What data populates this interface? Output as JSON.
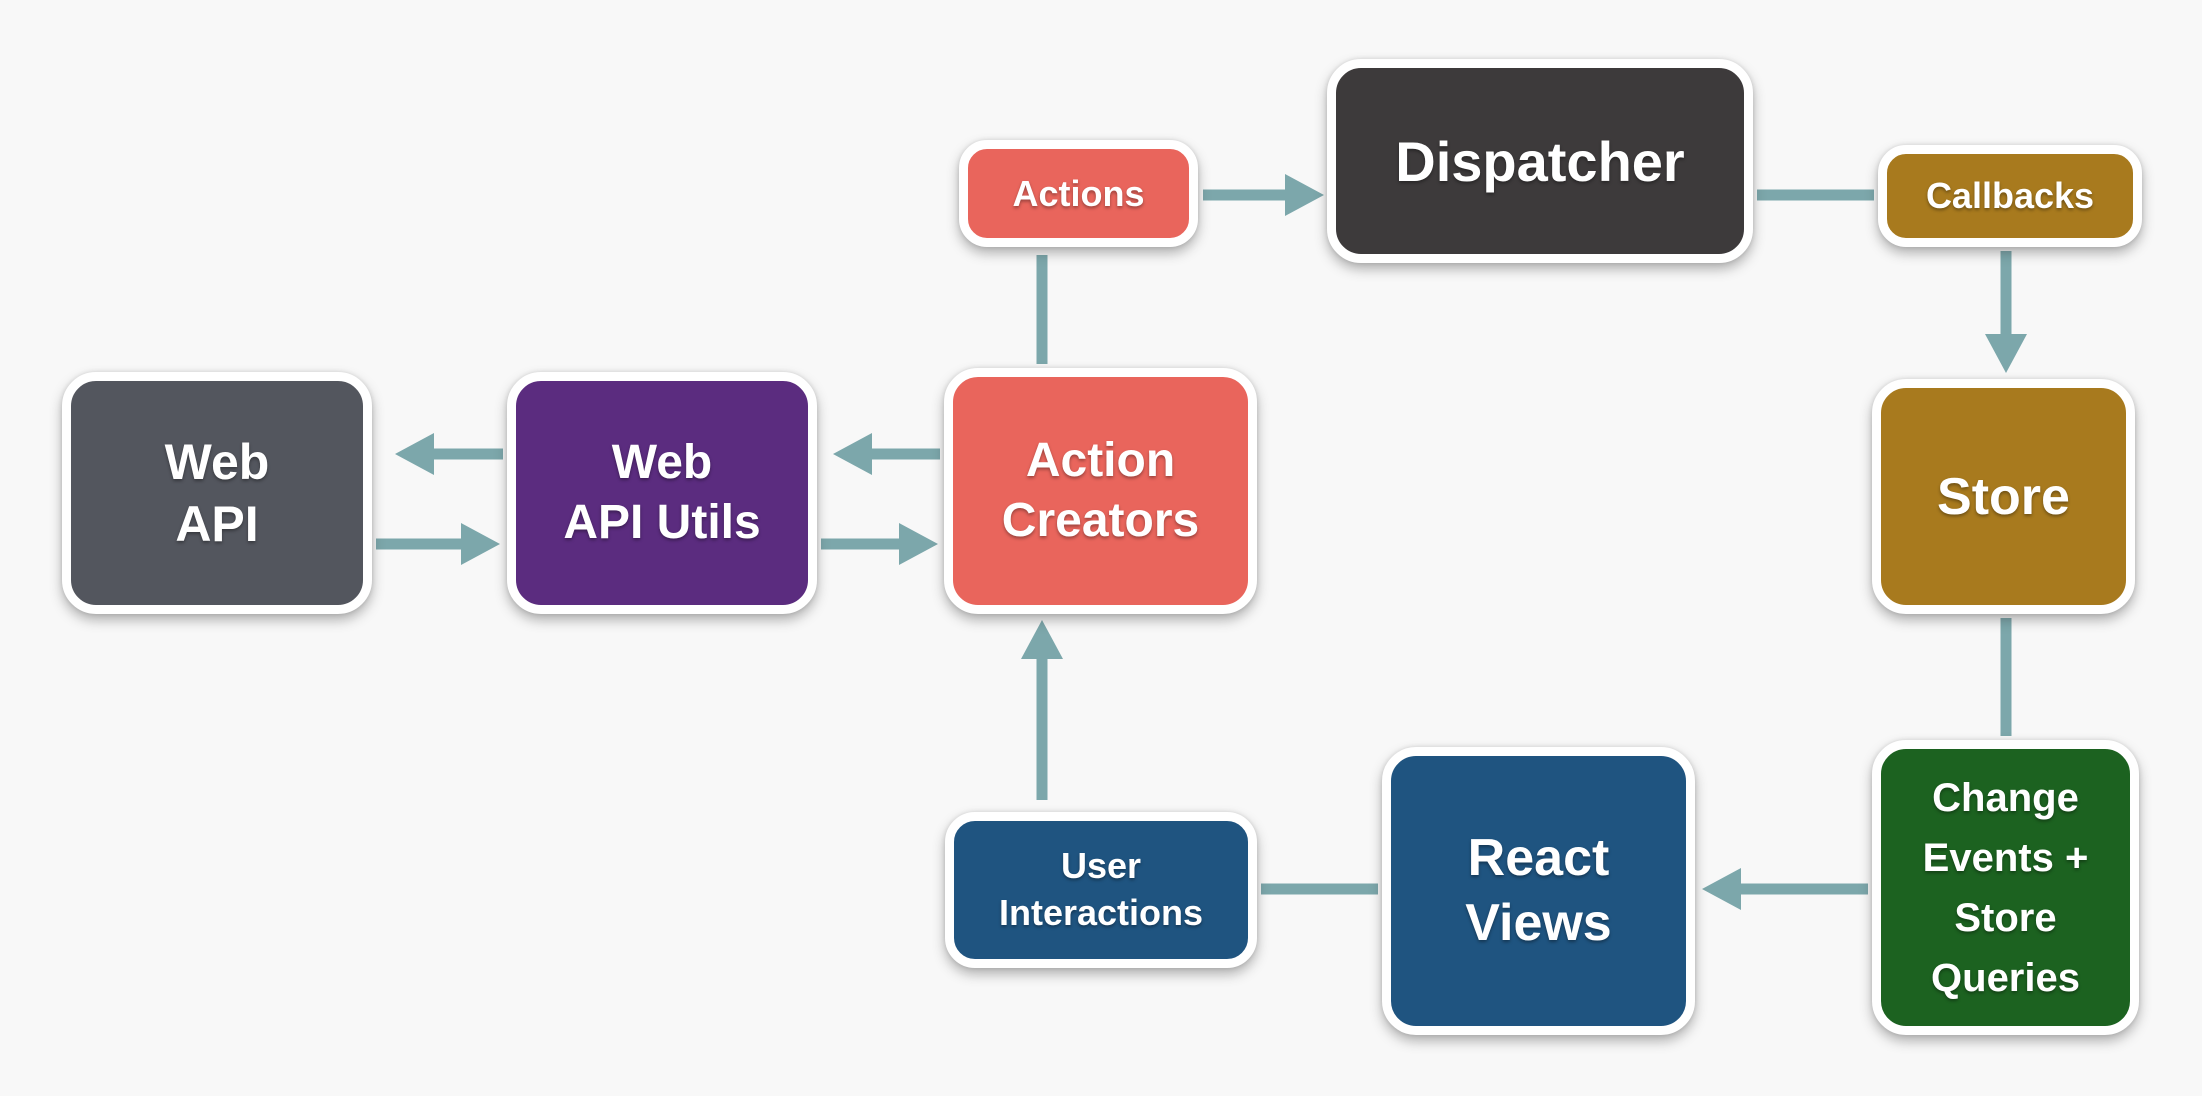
{
  "diagram": {
    "colors": {
      "background": "#f8f8f8",
      "arrow": "#7ca7ab",
      "box_border": "#ffffff",
      "salmon": "#e9655c",
      "dark_gray": "#3d3a3b",
      "slate_gray": "#53565e",
      "purple": "#5b2c7f",
      "gold": "#a87a1e",
      "green": "#1c6220",
      "blue": "#1f5480",
      "label_text": "#ffffff"
    },
    "nodes": {
      "actions": {
        "label": "Actions",
        "color": "#e9655c"
      },
      "dispatcher": {
        "label": "Dispatcher",
        "color": "#3d3a3b"
      },
      "callbacks": {
        "label": "Callbacks",
        "color": "#a87a1e"
      },
      "store": {
        "label": "Store",
        "color": "#a87a1e"
      },
      "change_events": {
        "label": "Change\nEvents +\nStore\nQueries",
        "color": "#1c6220"
      },
      "react_views": {
        "label": "React\nViews",
        "color": "#1f5480"
      },
      "user_interactions": {
        "label": "User\nInteractions",
        "color": "#1f5480"
      },
      "action_creators": {
        "label": "Action\nCreators",
        "color": "#e9655c"
      },
      "web_api_utils": {
        "label": "Web\nAPI Utils",
        "color": "#5b2c7f"
      },
      "web_api": {
        "label": "Web\nAPI",
        "color": "#53565e"
      }
    },
    "edges": [
      {
        "from": "Action Creators",
        "to": "Actions",
        "arrowhead": false
      },
      {
        "from": "Actions",
        "to": "Dispatcher",
        "arrowhead": true
      },
      {
        "from": "Dispatcher",
        "to": "Callbacks",
        "arrowhead": false
      },
      {
        "from": "Callbacks",
        "to": "Store",
        "arrowhead": true
      },
      {
        "from": "Store",
        "to": "Change Events + Store Queries",
        "arrowhead": false
      },
      {
        "from": "Change Events + Store Queries",
        "to": "React Views",
        "arrowhead": true
      },
      {
        "from": "React Views",
        "to": "User Interactions",
        "arrowhead": false
      },
      {
        "from": "User Interactions",
        "to": "Action Creators",
        "arrowhead": true
      },
      {
        "from": "Action Creators",
        "to": "Web API Utils",
        "arrowhead": true
      },
      {
        "from": "Web API Utils",
        "to": "Action Creators",
        "arrowhead": true
      },
      {
        "from": "Web API Utils",
        "to": "Web API",
        "arrowhead": true
      },
      {
        "from": "Web API",
        "to": "Web API Utils",
        "arrowhead": true
      }
    ]
  }
}
